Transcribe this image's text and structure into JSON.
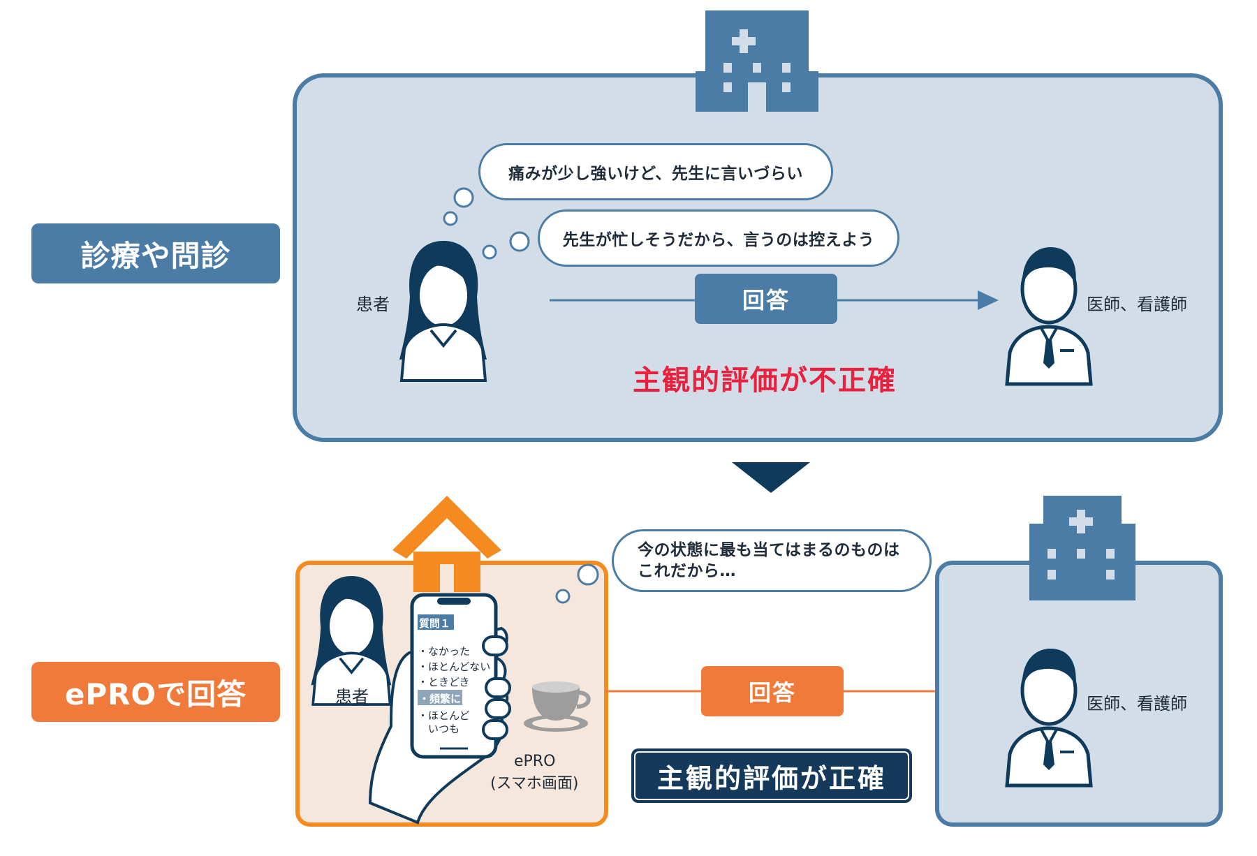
{
  "left_labels": {
    "current": "診療や問診",
    "epro": "ePROで回答"
  },
  "top_panel": {
    "thought_1": "痛みが少し強いけど、先生に言いづらい",
    "thought_2": "先生が忙しそうだから、言うのは控えよう",
    "patient_label": "患者",
    "answer_label": "回答",
    "doctor_label": "医師、看護師",
    "verdict": "主観的評価が不正確"
  },
  "bottom_panel": {
    "thought": "今の状態に最も当てはまるのものは\nこれだから…",
    "patient_label": "患者",
    "phone_question": "質問１",
    "phone_options": [
      "・なかった",
      "・ほとんどない",
      "・ときどき",
      "・頻繁に",
      "・ほとんど\n　いつも"
    ],
    "phone_selected_option": "・頻繁に",
    "epro_caption_1": "ePRO",
    "epro_caption_2": "(スマホ画面)",
    "answer_label": "回答",
    "doctor_label": "医師、看護師",
    "verdict": "主観的評価が正確"
  },
  "colors": {
    "navy": "#0e3a5c",
    "steel_blue": "#4a7ca5",
    "panel_blue": "#d2dde7",
    "orange": "#f07a3a",
    "house_orange": "#f58a1f",
    "cream": "#f6e7dc",
    "red": "#e8213f",
    "dark_label": "#14395a"
  },
  "icons": {
    "hospital": "hospital-icon",
    "house": "house-icon",
    "patient": "female-patient-icon",
    "doctor": "male-doctor-icon",
    "smartphone": "smartphone-icon",
    "coffee": "coffee-cup-icon",
    "down_arrow": "down-triangle-icon"
  }
}
